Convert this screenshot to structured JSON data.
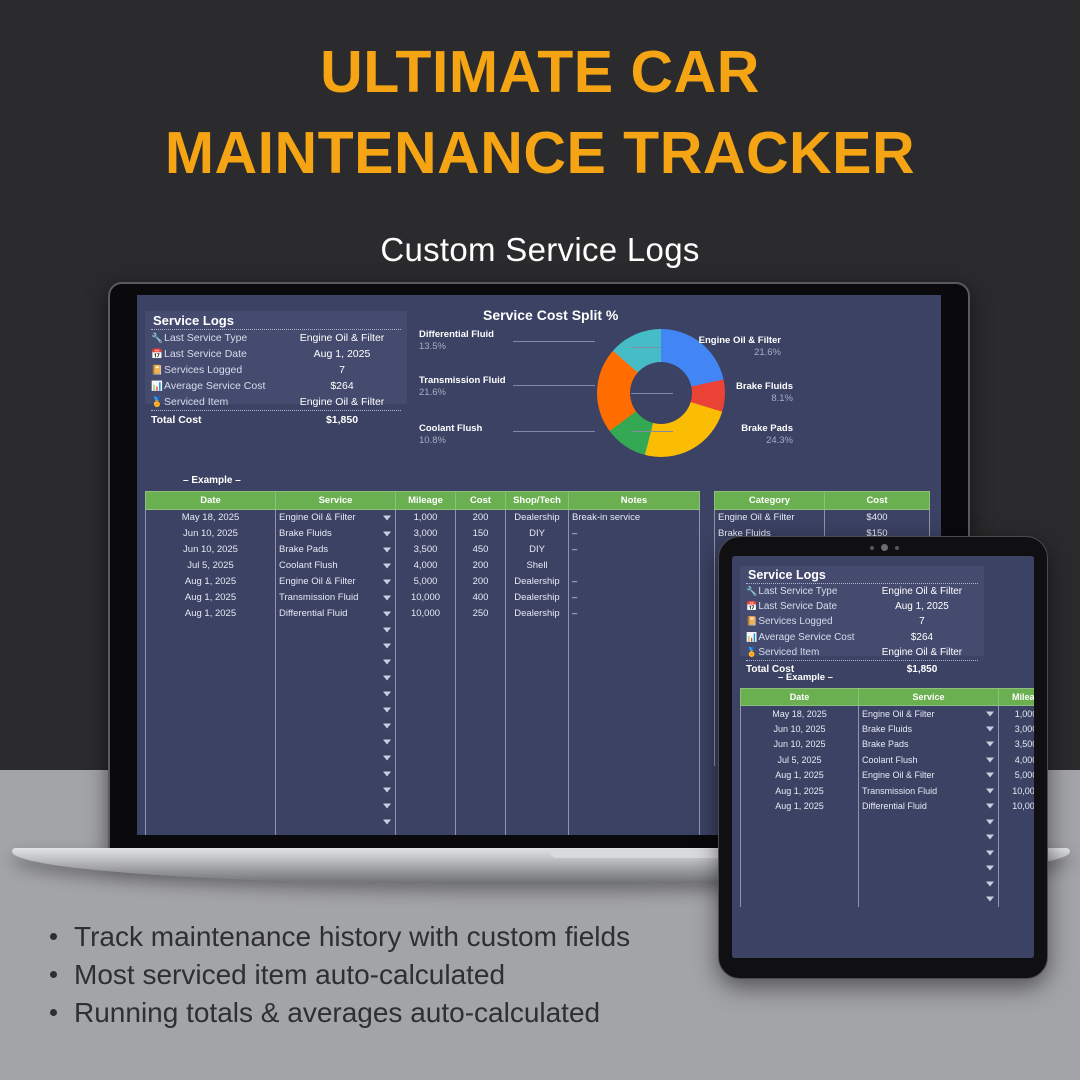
{
  "header": {
    "title_line1": "ULTIMATE CAR",
    "title_line2": "MAINTENANCE TRACKER",
    "subtitle": "Custom Service Logs",
    "accent_color": "#f5a513",
    "subtitle_color": "#ffffff"
  },
  "theme": {
    "background_dark": "#2b2b2d",
    "background_gray": "#a3a4a8",
    "sheet_bg": "#3b4263",
    "card_bg": "#444b6e",
    "header_green": "#6aaf50"
  },
  "service_logs": {
    "card_title": "Service Logs",
    "rows": [
      {
        "icon": "wrench-icon",
        "label": "Last Service Type",
        "value": "Engine Oil & Filter"
      },
      {
        "icon": "calendar-icon",
        "label": "Last Service Date",
        "value": "Aug 1, 2025"
      },
      {
        "icon": "clipboard-icon",
        "label": "Services Logged",
        "value": "7"
      },
      {
        "icon": "bar-chart-icon",
        "label": "Average Service Cost",
        "value": "$264"
      },
      {
        "icon": "trophy-icon",
        "label": "Serviced Item",
        "value": "Engine Oil & Filter"
      }
    ],
    "total_label": "Total Cost",
    "total_value": "$1,850"
  },
  "chart_data": {
    "type": "pie",
    "title": "Service Cost Split %",
    "legend_position": "sides",
    "categories": [
      "Engine Oil & Filter",
      "Brake Fluids",
      "Brake Pads",
      "Coolant Flush",
      "Transmission Fluid",
      "Differential Fluid"
    ],
    "values": [
      21.6,
      8.1,
      24.3,
      10.8,
      21.6,
      13.5
    ],
    "labels": [
      "21.6%",
      "8.1%",
      "24.3%",
      "10.8%",
      "21.6%",
      "13.5%"
    ],
    "colors": [
      "#4285f4",
      "#ea4335",
      "#fbbc04",
      "#34a853",
      "#ff6d01",
      "#46bdc6"
    ],
    "unit": "%"
  },
  "example_label": "– Example –",
  "service_table": {
    "columns": [
      "Date",
      "Service",
      "Mileage",
      "Cost",
      "Shop/Tech",
      "Notes"
    ],
    "rows": [
      {
        "date": "May 18, 2025",
        "service": "Engine Oil & Filter",
        "mileage": "1,000",
        "cost": "200",
        "shop": "Dealership",
        "notes": "Break-in service"
      },
      {
        "date": "Jun 10, 2025",
        "service": "Brake Fluids",
        "mileage": "3,000",
        "cost": "150",
        "shop": "DIY",
        "notes": "–"
      },
      {
        "date": "Jun 10, 2025",
        "service": "Brake Pads",
        "mileage": "3,500",
        "cost": "450",
        "shop": "DIY",
        "notes": "–"
      },
      {
        "date": "Jul 5, 2025",
        "service": "Coolant Flush",
        "mileage": "4,000",
        "cost": "200",
        "shop": "Shell",
        "notes": ""
      },
      {
        "date": "Aug 1, 2025",
        "service": "Engine Oil & Filter",
        "mileage": "5,000",
        "cost": "200",
        "shop": "Dealership",
        "notes": "–"
      },
      {
        "date": "Aug 1, 2025",
        "service": "Transmission Fluid",
        "mileage": "10,000",
        "cost": "400",
        "shop": "Dealership",
        "notes": "–"
      },
      {
        "date": "Aug 1, 2025",
        "service": "Differential Fluid",
        "mileage": "10,000",
        "cost": "250",
        "shop": "Dealership",
        "notes": "–"
      }
    ],
    "empty_rows": 14
  },
  "category_table": {
    "columns": [
      "Category",
      "Cost"
    ],
    "rows": [
      {
        "category": "Engine Oil & Filter",
        "cost": "$400"
      },
      {
        "category": "Brake Fluids",
        "cost": "$150"
      }
    ]
  },
  "tablet_table": {
    "columns": [
      "Date",
      "Service",
      "Mileag"
    ],
    "empty_rows": 6
  },
  "bullets": [
    "Track maintenance history with custom fields",
    "Most serviced item auto-calculated",
    "Running totals & averages auto-calculated"
  ]
}
